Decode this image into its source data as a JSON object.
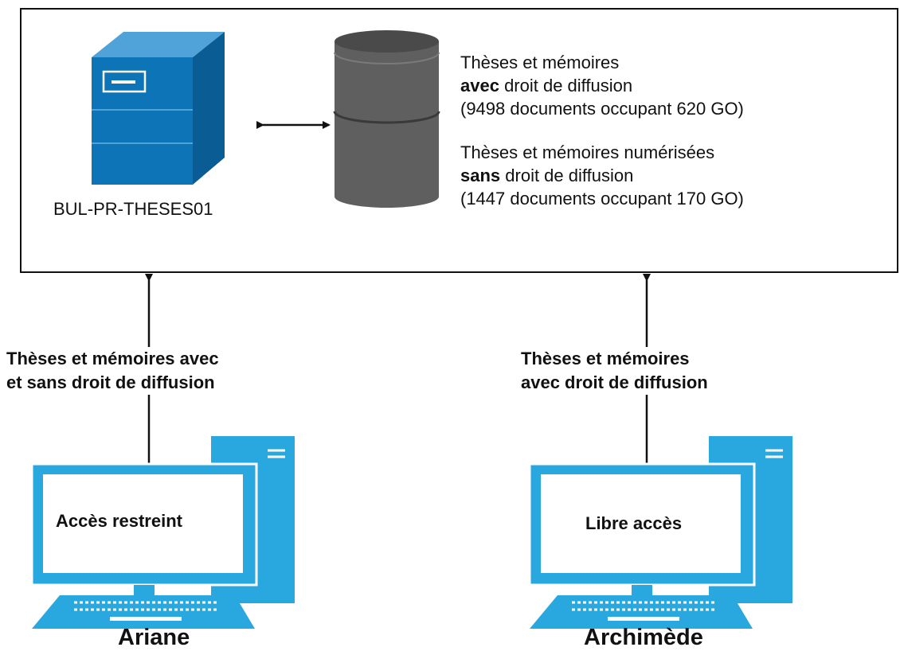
{
  "server": {
    "label": "BUL-PR-THESES01",
    "icon": "server-tower-icon",
    "color": "#0E74B8"
  },
  "database": {
    "icon": "database-cylinder-icon",
    "color": "#5F5F60"
  },
  "storage": {
    "with_rights": {
      "line1": "Thèses et mémoires",
      "bold": "avec",
      "line2_rest": " droit de diffusion",
      "line3": "(9498 documents occupant 620 GO)"
    },
    "without_rights": {
      "line1": "Thèses et mémoires numérisées",
      "bold": "sans",
      "line2_rest": " droit de diffusion",
      "line3": "(1447 documents occupant 170 GO)"
    }
  },
  "flows": {
    "left": {
      "line1": "Thèses et mémoires avec",
      "line2": "et sans droit de diffusion"
    },
    "right": {
      "line1": "Thèses et mémoires",
      "line2": "avec droit de diffusion"
    }
  },
  "clients": [
    {
      "name": "Ariane",
      "screen_text": "Accès restreint",
      "icon": "desktop-computer-icon"
    },
    {
      "name": "Archimède",
      "screen_text": "Libre accès",
      "icon": "desktop-computer-icon"
    }
  ],
  "colors": {
    "client_blue": "#29A8E0",
    "arrow": "#111111"
  }
}
